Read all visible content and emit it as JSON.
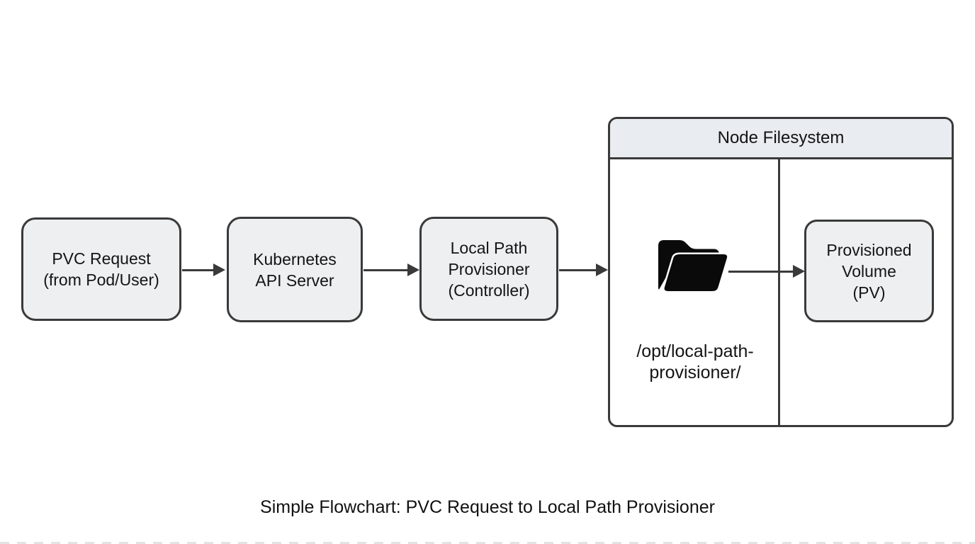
{
  "diagram": {
    "caption": "Simple Flowchart: PVC Request to Local Path Provisioner",
    "nodes": {
      "pvc_request": {
        "lines": [
          "PVC Request",
          "(from Pod/User)"
        ]
      },
      "api_server": {
        "lines": [
          "Kubernetes",
          "API Server"
        ]
      },
      "local_path_provisioner": {
        "lines": [
          "Local Path",
          "Provisioner",
          "(Controller)"
        ]
      },
      "node_filesystem": {
        "title": "Node Filesystem",
        "path_lines": [
          "/opt/local-path-",
          "provisioner/"
        ]
      },
      "provisioned_volume": {
        "lines": [
          "Provisioned",
          "Volume",
          "(PV)"
        ]
      }
    },
    "icons": {
      "folder_open": "folder-open-icon"
    },
    "colors": {
      "background": "#ffffff",
      "node_fill": "#edeff1",
      "header_fill": "#e9ecf0",
      "border": "#3a3a3a",
      "arrow": "#3a3a3a",
      "text": "#141414"
    }
  }
}
